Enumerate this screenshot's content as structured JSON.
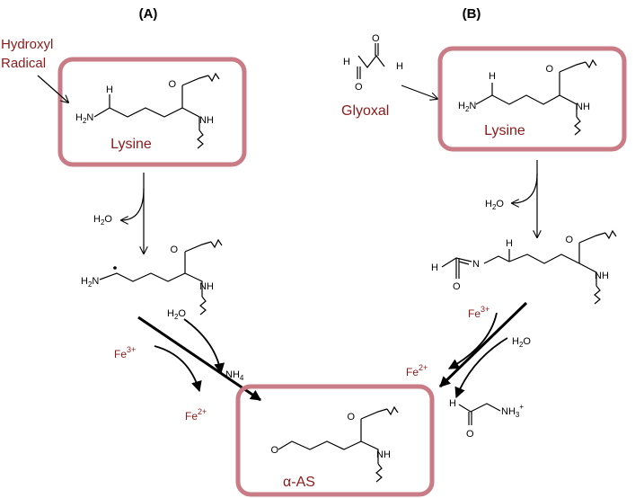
{
  "panels": {
    "a": {
      "label": "(A)"
    },
    "b": {
      "label": "(B)"
    }
  },
  "reagents": {
    "hydroxyl_radical": [
      "Hydroxyl",
      "Radical"
    ],
    "glyoxal": "Glyoxal"
  },
  "molecules": {
    "lysine_a": "Lysine",
    "lysine_b": "Lysine",
    "product": "α-AS"
  },
  "atoms": {
    "H": "H",
    "O": "O",
    "NH": "NH",
    "H2N": "H",
    "H2N_sub": "2",
    "H2N_N": "N",
    "N": "N",
    "NH3": "NH",
    "NH3_sub": "3",
    "NH3_sup": "+"
  },
  "species": {
    "water": {
      "pre": "H",
      "sub": "2",
      "post": "O"
    },
    "fe3": {
      "base": "Fe",
      "sup": "3+"
    },
    "fe2": {
      "base": "Fe",
      "sup": "2+"
    },
    "nh4": {
      "base": "NH",
      "sub": "4"
    }
  },
  "colors": {
    "box_border": "#c97b86",
    "reagent_text": "#8b1a1a"
  }
}
